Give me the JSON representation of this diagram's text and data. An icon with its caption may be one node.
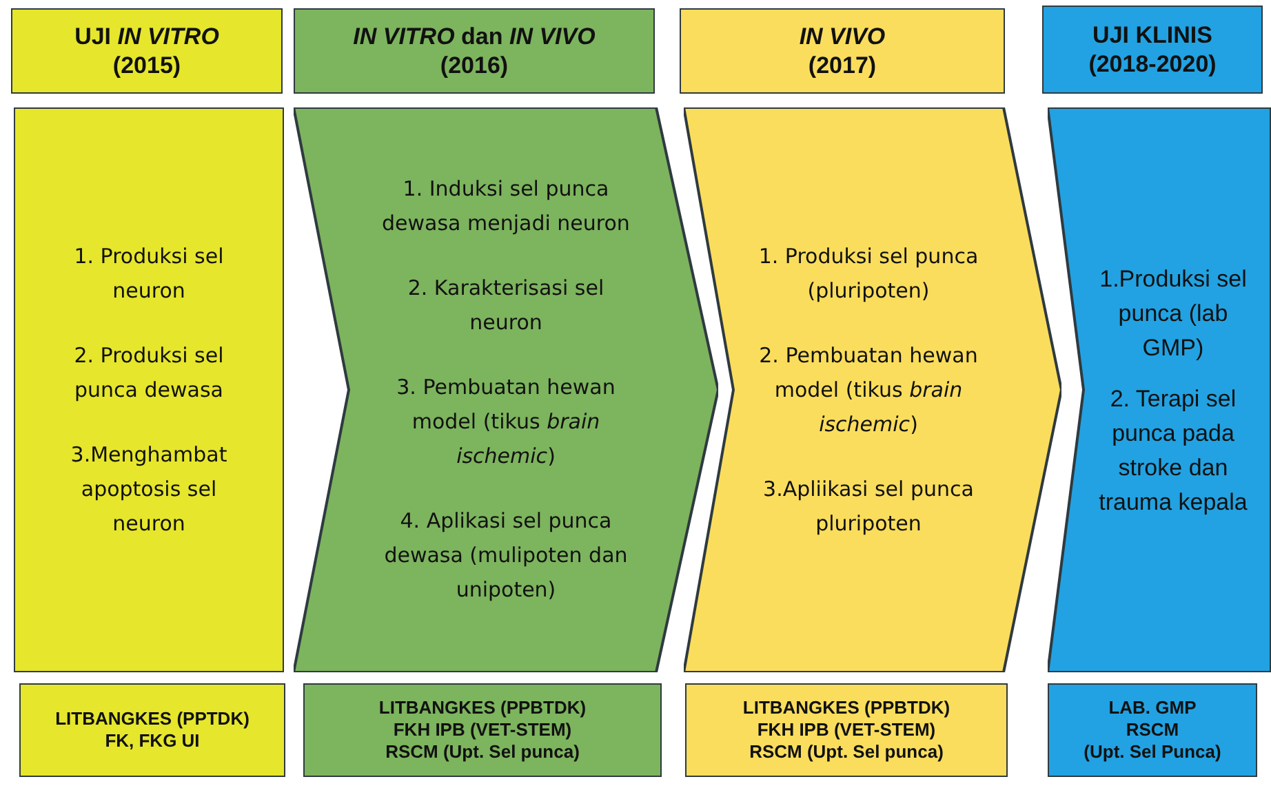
{
  "diagram": {
    "nodes": [
      {
        "text": [
          "UJI *IN VITRO*",
          "(2015)"
        ]
      },
      {
        "text": [
          "1. Produksi sel neuron",
          "2. Produksi sel punca dewasa",
          "3.Menghambat apoptosis sel neuron"
        ]
      },
      {
        "text": [
          "LITBANGKES (PPTDK)",
          "FK, FKG UI"
        ]
      },
      {
        "text": [
          "*IN VITRO* dan *IN VIVO*",
          "(2016)"
        ]
      },
      {
        "text": [
          "1.    Induksi sel punca dewasa menjadi neuron",
          "2. Karakterisasi sel neuron",
          "3. Pembuatan hewan model (tikus *brain ischemic*)",
          "4. Aplikasi sel punca dewasa (mulipoten dan unipoten)"
        ]
      },
      {
        "text": [
          "LITBANGKES (PPBTDK)",
          "FKH IPB (VET-STEM)",
          "RSCM (Upt. Sel punca)"
        ]
      },
      {
        "text": [
          "*IN VIVO*",
          "(2017)"
        ]
      },
      {
        "text": [
          "1. Produksi sel punca (pluripoten)",
          "2. Pembuatan hewan model (tikus *brain ischemic*)",
          "3.Apliikasi  sel punca pluripoten"
        ]
      },
      {
        "text": [
          "LITBANGKES (PPBTDK)",
          "FKH IPB (VET-STEM)",
          "RSCM (Upt. Sel punca)"
        ]
      },
      {
        "text": [
          "UJI KLINIS",
          "(2018-2020)"
        ]
      },
      {
        "text": [
          "1.Produksi sel punca (lab GMP)",
          "2. Terapi sel punca pada stroke dan trauma kepala"
        ]
      },
      {
        "text": [
          "LAB. GMP",
          "RSCM",
          "(Upt. Sel Punca)"
        ]
      }
    ]
  }
}
